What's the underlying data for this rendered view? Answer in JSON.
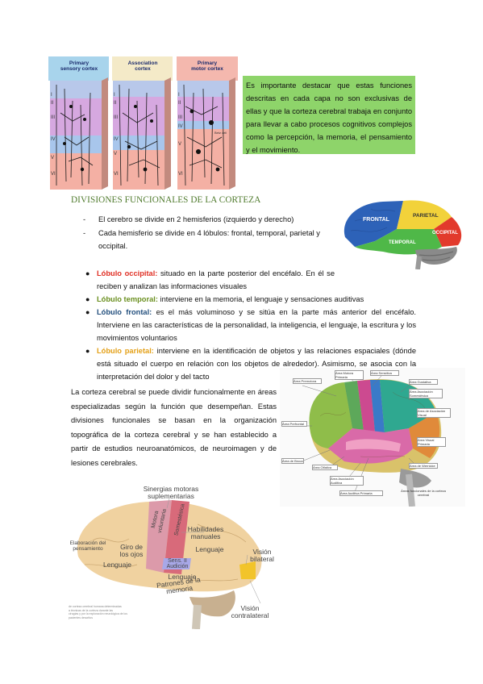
{
  "cortex_figure": {
    "columns": [
      {
        "title": "Primary sensory cortex",
        "title_lines": [
          "Primary",
          "sensory cortex"
        ]
      },
      {
        "title": "Association cortex",
        "title_lines": [
          "Association",
          "cortex"
        ]
      },
      {
        "title": "Primary motor cortex",
        "title_lines": [
          "Primary",
          "motor cortex"
        ]
      }
    ],
    "layers": [
      "I",
      "II",
      "III",
      "IV",
      "V",
      "VI"
    ],
    "cell_label": "Betz cell"
  },
  "green_box_text": "Es importante destacar que estas funciones descritas en cada capa no son exclusivas de ellas y que la corteza cerebral trabaja en conjunto para llevar a cabo procesos cognitivos complejos como la percepción, la memoria, el pensamiento y el movimiento.",
  "section_title": "DIVISIONES FUNCIONALES DE LA CORTEZA",
  "dash_items": [
    "El cerebro se divide en 2 hemisferios (izquierdo y derecho)",
    "Cada hemisferio se divide en 4 lóbulos: frontal, temporal, parietal y occipital."
  ],
  "lobe_figure": {
    "labels": {
      "frontal": "FRONTAL",
      "parietal": "PARIETAL",
      "temporal": "TEMPORAL",
      "occipital": "OCCIPITAL"
    },
    "colors": {
      "frontal": "#2d62b8",
      "parietal": "#f2d23a",
      "temporal": "#4fb848",
      "occipital": "#e23a2c"
    }
  },
  "lobes": [
    {
      "name": "Lóbulo occipital:",
      "color": "#e03025",
      "text": " situado en la parte posterior del encéfalo. En él se reciben y analizan las informaciones visuales"
    },
    {
      "name": "Lóbulo temporal:",
      "color": "#6a8f1f",
      "text": " interviene en la memoria, el lenguaje y sensaciones auditivas"
    },
    {
      "name": "Lóbulo frontal:",
      "color": "#24507e",
      "text": " es el más voluminoso y se sitúa en la parte más anterior del encéfalo. Interviene en las características de la personalidad, la inteligencia, el lenguaje, la escritura y los movimientos voluntarios"
    },
    {
      "name": "Lóbulo parietal:",
      "color": "#e4a017",
      "text": " interviene en la identificación de objetos y las relaciones espaciales (dónde está situado el cuerpo en relación con los objetos de alrededor). Asimismo, se asocia con la interpretación del dolor y del tacto"
    }
  ],
  "paragraph": "La corteza cerebral se puede dividir funcionalmente en áreas especializadas según la función que desempeñan. Estas divisiones funcionales se basan en la organización topográfica de la corteza cerebral y se han establecido a partir de estudios neuroanatómicos, de neuroimagen y de lesiones cerebrales.",
  "areas_figure": {
    "labels": [
      "Área Premotora",
      "Área Motora Primaria",
      "Área Sensitiva",
      "Área Gustativa",
      "Área Asociación Somestésica",
      "Área de Asociación Visual",
      "Área Visual Primaria",
      "Área de Wernicke",
      "Área Prefrontal",
      "Área de Broca",
      "Área Olfativa",
      "Área Asociación Auditiva",
      "Área Auditiva Primaria"
    ],
    "caption": "Áreas funcionales de la corteza cerebral"
  },
  "functional_figure": {
    "labels": {
      "sinergias": "Sinergias motoras suplementarias",
      "elaboracion": "Elaboración del pensamiento",
      "giro": "Giro de los ojos",
      "lenguaje_left": "Lenguaje",
      "motora": "Motora voluntaria",
      "somestesica": "Somestésica",
      "habilidades": "Habilidades manuales",
      "lenguaje_right": "Lenguaje",
      "sens_audicion": "Sens. II Audición",
      "lenguaje_bottom": "Lenguaje",
      "patrones": "Patrones de la memoria",
      "vision_bilateral": "Visión bilateral",
      "vision_contralateral": "Visión contralateral"
    },
    "caption_lines": [
      "de corteza cerebral humana determinadas",
      "a técnicas de la corteza durante las",
      "cirugías y por la exploración neurológica de los",
      "pacientes descritos"
    ]
  }
}
